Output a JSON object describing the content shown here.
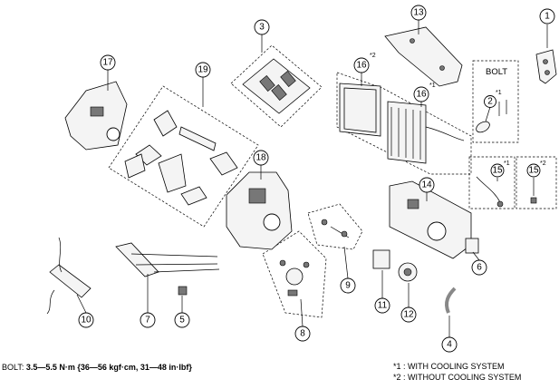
{
  "callouts": [
    "1",
    "2",
    "3",
    "4",
    "5",
    "6",
    "7",
    "8",
    "9",
    "10",
    "11",
    "12",
    "13",
    "14",
    "15",
    "16",
    "17",
    "18",
    "19"
  ],
  "notes": {
    "bolt_box_title": "BOLT",
    "mark_1": "*1",
    "mark_2": "*2",
    "callout_2_mark": "*1",
    "callout_15a_mark": "*1",
    "callout_15b_mark": "*2",
    "callout_16a_mark": "*2",
    "callout_16b_mark": "*1"
  },
  "bolt_spec": {
    "label": "BOLT: ",
    "value": "3.5—5.5 N·m {36—56 kgf·cm, 31—48 in·lbf}"
  },
  "legend": [
    {
      "mark": "*1",
      "text": " : WITH COOLING SYSTEM"
    },
    {
      "mark": "*2",
      "text": " : WITHOUT COOLING SYSTEM"
    }
  ]
}
